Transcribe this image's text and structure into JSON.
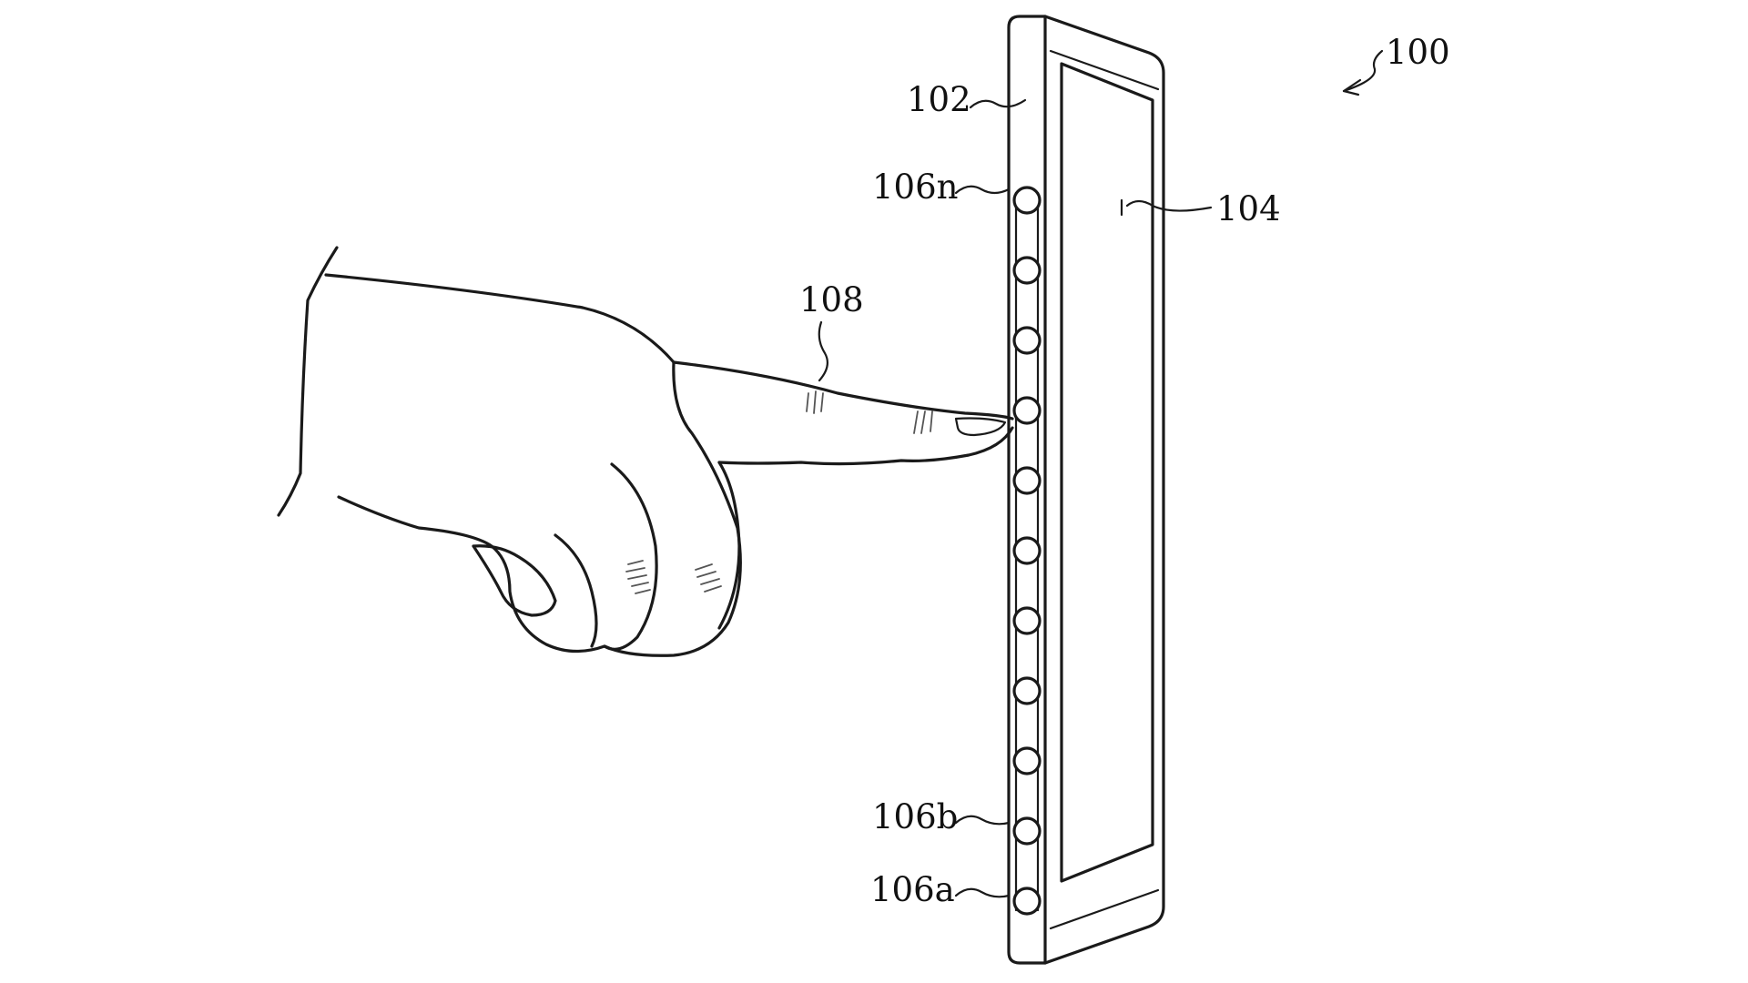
{
  "figure": {
    "labels": {
      "device": "100",
      "housing": "102",
      "display": "104",
      "sensor_top": "106n",
      "sensor_second": "106b",
      "sensor_first": "106a",
      "finger": "108"
    },
    "sensor_count": 11,
    "ink_color": "#1a1a1a",
    "background_color": "#ffffff"
  }
}
